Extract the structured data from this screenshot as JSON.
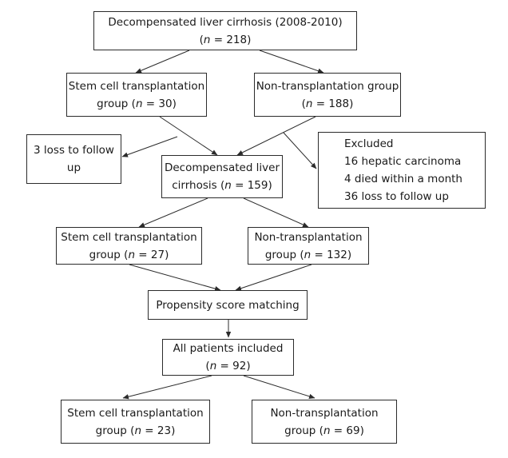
{
  "boxes": {
    "top": {
      "line1": "Decompensated liver cirrhosis (2008-2010)",
      "n_symbol": "n",
      "n_value": " = 218"
    },
    "stem_1": {
      "line1": "Stem cell transplantation",
      "prefix": "group (",
      "n_symbol": "n",
      "n_value": " = 30)"
    },
    "non_1": {
      "line1": "Non-transplantation group",
      "prefix": "(",
      "n_symbol": "n",
      "n_value": " = 188)"
    },
    "loss_left": {
      "line1": "3 loss to follow",
      "line2": "up"
    },
    "excluded": {
      "title": "Excluded",
      "items": [
        "16 hepatic carcinoma",
        "4 died within a month",
        "36 loss to follow up"
      ]
    },
    "middle": {
      "line1": "Decompensated liver",
      "prefix": "cirrhosis (",
      "n_symbol": "n",
      "n_value": " = 159)"
    },
    "stem_2": {
      "line1": "Stem cell transplantation",
      "prefix": "group (",
      "n_symbol": "n",
      "n_value": " = 27)"
    },
    "non_2": {
      "line1": "Non-transplantation",
      "prefix": "group (",
      "n_symbol": "n",
      "n_value": " = 132)"
    },
    "psm": {
      "line1": "Propensity score matching"
    },
    "all": {
      "line1": "All patients included",
      "prefix": "(",
      "n_symbol": "n",
      "n_value": " = 92)"
    },
    "stem_3": {
      "line1": "Stem cell transplantation",
      "prefix": "group (",
      "n_symbol": "n",
      "n_value": " = 23)"
    },
    "non_3": {
      "line1": "Non-transplantation",
      "prefix": "group (",
      "n_symbol": "n",
      "n_value": " = 69)"
    }
  }
}
